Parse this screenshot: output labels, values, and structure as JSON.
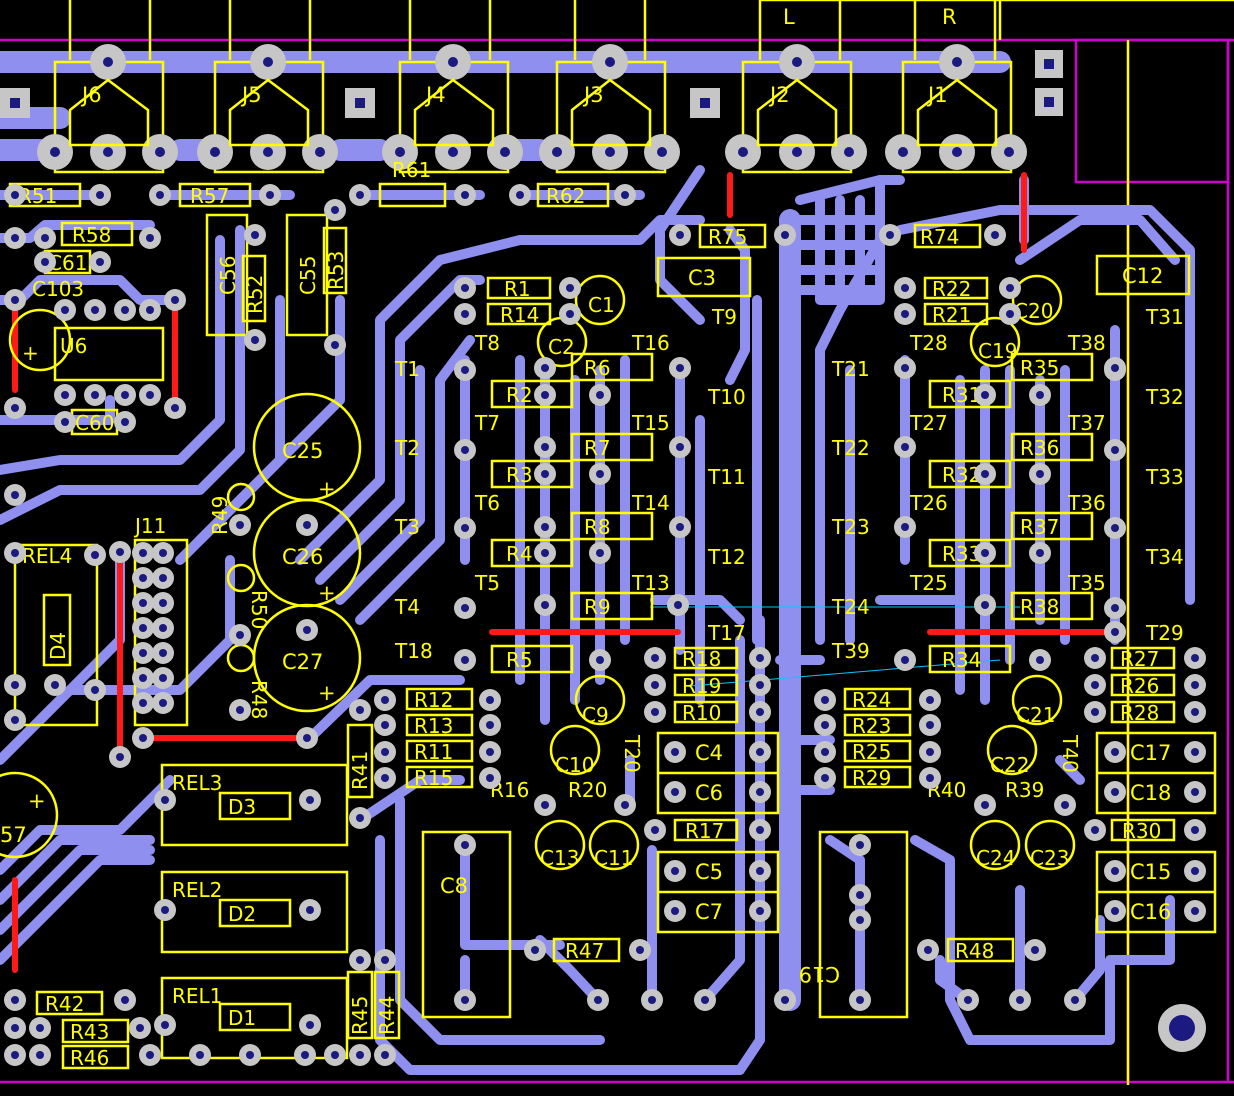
{
  "board": {
    "background": "#000000",
    "copper_color": "#8f8ff0",
    "silkscreen_color": "#ffff00",
    "pad_color": "#c6c6c6",
    "jumper_color": "#ff1a1a",
    "outline_color": "#d000d0"
  },
  "labels": {
    "L": "L",
    "R": "R",
    "J1": "J1",
    "J2": "J2",
    "J3": "J3",
    "J4": "J4",
    "J5": "J5",
    "J6": "J6",
    "J11": "J11",
    "R51": "R51",
    "R57": "R57",
    "R61": "R61",
    "R62": "R62",
    "R58": "R58",
    "C61": "C61",
    "C103": "C103",
    "U6": "U6",
    "C60": "C60",
    "C56": "C56",
    "R52": "R52",
    "C55": "C55",
    "R53": "R53",
    "C25": "C25",
    "C26": "C26",
    "C27": "C27",
    "R49": "R49",
    "R50": "R50",
    "R48": "R48",
    "REL4": "REL4",
    "D4": "D4",
    "REL3": "REL3",
    "D3": "D3",
    "REL2": "REL2",
    "D2": "D2",
    "REL1": "REL1",
    "D1": "D1",
    "C57": "57",
    "R41": "R41",
    "R42": "R42",
    "R43": "R43",
    "R46": "R46",
    "R45": "R45",
    "R44": "R44",
    "R75": "R75",
    "R74": "R74",
    "C3": "C3",
    "C12": "C12",
    "R1": "R1",
    "R14": "R14",
    "C1": "C1",
    "C2": "C2",
    "R2": "R2",
    "R3": "R3",
    "R4": "R4",
    "R5": "R5",
    "R6": "R6",
    "R7": "R7",
    "R8": "R8",
    "R9": "R9",
    "T1": "T1",
    "T2": "T2",
    "T3": "T3",
    "T4": "T4",
    "T5": "T5",
    "T6": "T6",
    "T7": "T7",
    "T8": "T8",
    "T9": "T9",
    "T10": "T10",
    "T11": "T11",
    "T12": "T12",
    "T13": "T13",
    "T14": "T14",
    "T15": "T15",
    "T16": "T16",
    "T17": "T17",
    "T18": "T18",
    "R18": "R18",
    "R19": "R19",
    "R10": "R10",
    "R12": "R12",
    "R13": "R13",
    "R11": "R11",
    "R15": "R15",
    "R16": "R16",
    "R20": "R20",
    "T20": "T20",
    "C9": "C9",
    "C10": "C10",
    "C11": "C11",
    "C13": "C13",
    "C4": "C4",
    "C6": "C6",
    "C5": "C5",
    "C7": "C7",
    "R17": "R17",
    "C8": "C8",
    "R47": "R47",
    "R22": "R22",
    "R21": "R21",
    "C20": "C20",
    "C19": "C19",
    "R35": "R35",
    "R31": "R31",
    "R36": "R36",
    "R32": "R32",
    "R37": "R37",
    "R33": "R33",
    "R38": "R38",
    "R34": "R34",
    "T21": "T21",
    "T22": "T22",
    "T23": "T23",
    "T24": "T24",
    "T25": "T25",
    "T26": "T26",
    "T27": "T27",
    "T28": "T28",
    "T29": "T29",
    "T31": "T31",
    "T32": "T32",
    "T33": "T33",
    "T34": "T34",
    "T35": "T35",
    "T36": "T36",
    "T37": "T37",
    "T38": "T38",
    "T39": "T39",
    "T40": "T40",
    "R27": "R27",
    "R26": "R26",
    "R28": "R28",
    "R24": "R24",
    "R23": "R23",
    "R25": "R25",
    "R29": "R29",
    "R40": "R40",
    "R39": "R39",
    "C21": "C21",
    "C22": "C22",
    "C23": "C23",
    "C24": "C24",
    "C17": "C17",
    "C18": "C18",
    "C15": "C15",
    "C16": "C16",
    "R30": "R30",
    "C18b": "C18",
    "C19b": "C19",
    "R48b": "R48"
  }
}
